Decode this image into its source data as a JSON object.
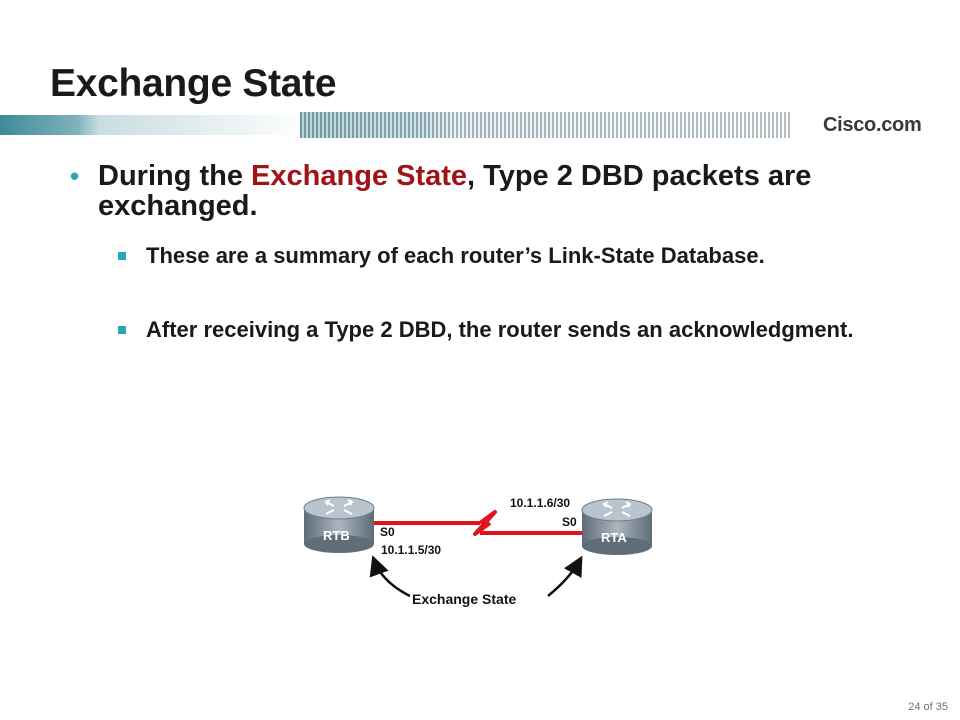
{
  "slide": {
    "title": "Exchange State",
    "logo_text": "Cisco.com",
    "bullet": {
      "pre": "During the ",
      "highlight": "Exchange State",
      "post": ", Type 2 DBD packets are exchanged."
    },
    "sub_bullets": [
      "These are a summary of each router’s Link-State Database.",
      "After receiving a Type 2 DBD, the router sends an acknowledgment."
    ],
    "page_number": "24 of 35"
  },
  "diagram": {
    "router_left": "RTB",
    "router_right": "RTA",
    "left_interface": "S0",
    "right_interface": "S0",
    "left_ip": "10.1.1.5/30",
    "right_ip": "10.1.1.6/30",
    "caption": "Exchange State"
  },
  "colors": {
    "accent": "#2aa6b6",
    "highlight": "#a01419",
    "router": "#8a97a3",
    "link": "#e0141c"
  }
}
